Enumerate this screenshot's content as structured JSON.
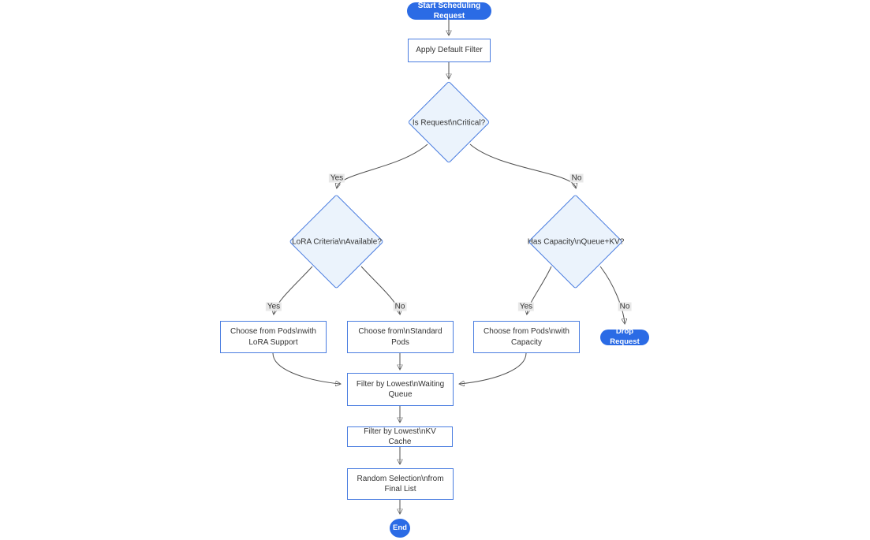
{
  "colors": {
    "accent": "#2b6be5",
    "node_border": "#4a7de0",
    "diamond_fill": "#ebf3fc",
    "rect_fill": "#ffffff",
    "edge_line": "#4f4f4f",
    "arrow": "#333333",
    "edge_label_bg": "#e8e8e8",
    "text": "#333333",
    "pill_text": "#ffffff"
  },
  "nodes": {
    "start": {
      "label": "Start Scheduling Request",
      "shape": "stadium"
    },
    "apply_filter": {
      "label": "Apply Default Filter",
      "shape": "rect"
    },
    "is_critical": {
      "label": "Is Request\\nCritical?",
      "shape": "diamond"
    },
    "lora_criteria": {
      "label": "LoRA Criteria\\nAvailable?",
      "shape": "diamond"
    },
    "has_capacity": {
      "label": "Has Capacity\\nQueue+KV?",
      "shape": "diamond"
    },
    "choose_lora_pods": {
      "label": "Choose from Pods\\nwith LoRA Support",
      "shape": "rect"
    },
    "choose_standard_pods": {
      "label": "Choose from\\nStandard Pods",
      "shape": "rect"
    },
    "choose_capacity_pods": {
      "label": "Choose from Pods\\nwith Capacity",
      "shape": "rect"
    },
    "drop_request": {
      "label": "Drop Request",
      "shape": "stadium"
    },
    "filter_waiting_queue": {
      "label": "Filter by Lowest\\nWaiting Queue",
      "shape": "rect"
    },
    "filter_kv_cache": {
      "label": "Filter by Lowest\\nKV Cache",
      "shape": "rect"
    },
    "random_selection": {
      "label": "Random Selection\\nfrom Final List",
      "shape": "rect"
    },
    "end": {
      "label": "End",
      "shape": "stadium"
    }
  },
  "edges": [
    {
      "from": "start",
      "to": "apply_filter",
      "label": ""
    },
    {
      "from": "apply_filter",
      "to": "is_critical",
      "label": ""
    },
    {
      "from": "is_critical",
      "to": "lora_criteria",
      "label": "Yes"
    },
    {
      "from": "is_critical",
      "to": "has_capacity",
      "label": "No"
    },
    {
      "from": "lora_criteria",
      "to": "choose_lora_pods",
      "label": "Yes"
    },
    {
      "from": "lora_criteria",
      "to": "choose_standard_pods",
      "label": "No"
    },
    {
      "from": "has_capacity",
      "to": "choose_capacity_pods",
      "label": "Yes"
    },
    {
      "from": "has_capacity",
      "to": "drop_request",
      "label": "No"
    },
    {
      "from": "choose_lora_pods",
      "to": "filter_waiting_queue",
      "label": ""
    },
    {
      "from": "choose_standard_pods",
      "to": "filter_waiting_queue",
      "label": ""
    },
    {
      "from": "choose_capacity_pods",
      "to": "filter_waiting_queue",
      "label": ""
    },
    {
      "from": "filter_waiting_queue",
      "to": "filter_kv_cache",
      "label": ""
    },
    {
      "from": "filter_kv_cache",
      "to": "random_selection",
      "label": ""
    },
    {
      "from": "random_selection",
      "to": "end",
      "label": ""
    }
  ]
}
